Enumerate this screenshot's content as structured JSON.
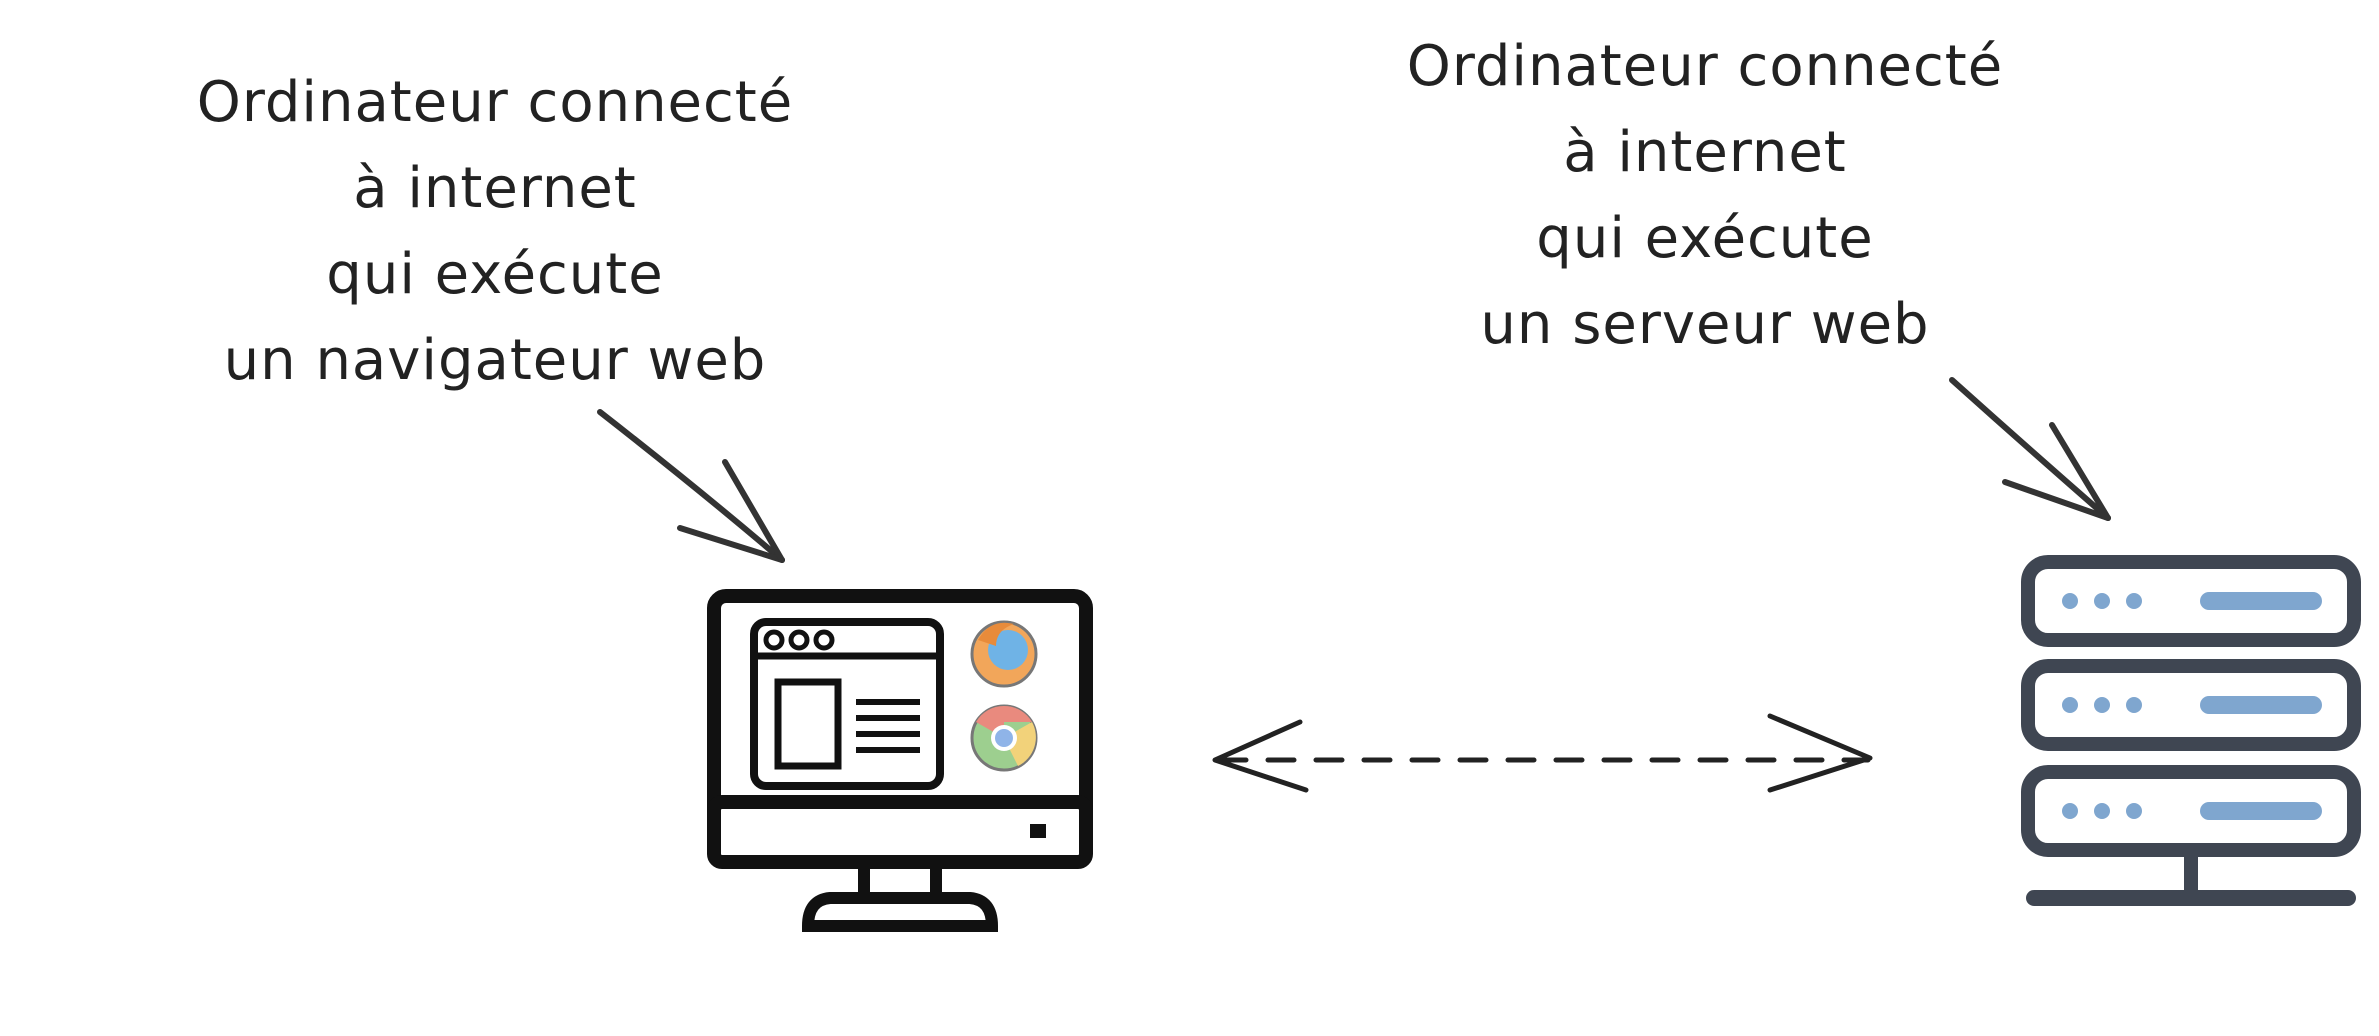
{
  "client": {
    "caption": [
      "Ordinateur connecté",
      "à internet",
      "qui exécute",
      "un navigateur web"
    ],
    "icon": "desktop-computer-with-browser-icon",
    "browser_icons": [
      "firefox-icon",
      "chrome-icon"
    ]
  },
  "server": {
    "caption": [
      "Ordinateur connecté",
      "à internet",
      "qui exécute",
      "un serveur web"
    ],
    "icon": "server-rack-icon"
  },
  "connection": {
    "style": "dashed",
    "direction": "bidirectional"
  },
  "colors": {
    "ink": "#1e1e1e",
    "server_body": "#3f4652",
    "server_accent": "#7fa6cf",
    "firefox_orange": "#f2a65a",
    "firefox_blue": "#6fb3e6",
    "chrome_red": "#e98a7e",
    "chrome_yellow": "#f2d27a",
    "chrome_green": "#9dcf8f",
    "chrome_blue": "#8fb4e8"
  }
}
